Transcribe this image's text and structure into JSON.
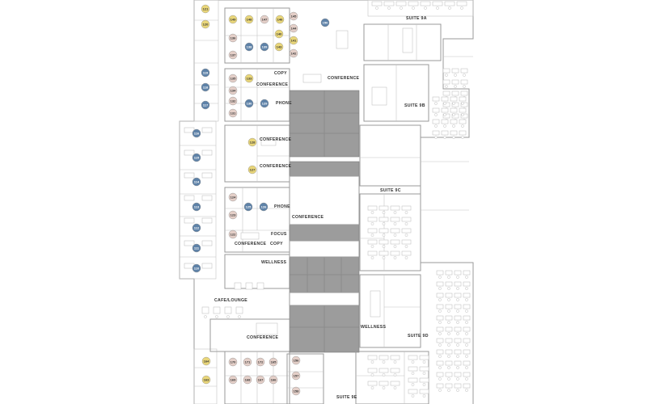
{
  "colors": {
    "yellow": "#e9d679",
    "blue": "#5e82a8",
    "pink": "#e4cfc8",
    "core": "#9c9c9c"
  },
  "room_labels": {
    "suite_9a": "SUITE 9A",
    "suite_9b": "SUITE 9B",
    "suite_9c": "SUITE 9C",
    "suite_9d": "SUITE 9D",
    "suite_9e": "SUITE 9E",
    "conference": "CONFERENCE",
    "copy": "COPY",
    "phone": "PHONE",
    "focus": "FOCUS",
    "wellness": "WELLNESS",
    "cafe_lounge": "CAFE/LOUNGE"
  },
  "markers": [
    {
      "num": "121",
      "color": "yellow"
    },
    {
      "num": "120",
      "color": "yellow"
    },
    {
      "num": "119",
      "color": "blue"
    },
    {
      "num": "118",
      "color": "blue"
    },
    {
      "num": "117",
      "color": "blue"
    },
    {
      "num": "149",
      "color": "yellow"
    },
    {
      "num": "148",
      "color": "yellow"
    },
    {
      "num": "147",
      "color": "pink"
    },
    {
      "num": "146",
      "color": "yellow"
    },
    {
      "num": "145",
      "color": "pink"
    },
    {
      "num": "144",
      "color": "pink"
    },
    {
      "num": "143",
      "color": "yellow"
    },
    {
      "num": "142",
      "color": "pink"
    },
    {
      "num": "136",
      "color": "pink"
    },
    {
      "num": "137",
      "color": "pink"
    },
    {
      "num": "138",
      "color": "blue"
    },
    {
      "num": "139",
      "color": "blue"
    },
    {
      "num": "140",
      "color": "yellow"
    },
    {
      "num": "141",
      "color": "yellow"
    },
    {
      "num": "135",
      "color": "pink"
    },
    {
      "num": "134",
      "color": "pink"
    },
    {
      "num": "133",
      "color": "yellow"
    },
    {
      "num": "132",
      "color": "pink"
    },
    {
      "num": "131",
      "color": "pink"
    },
    {
      "num": "130",
      "color": "blue"
    },
    {
      "num": "129",
      "color": "blue"
    },
    {
      "num": "150",
      "color": "blue"
    },
    {
      "num": "116",
      "color": "blue"
    },
    {
      "num": "115",
      "color": "blue"
    },
    {
      "num": "114",
      "color": "blue"
    },
    {
      "num": "113",
      "color": "blue"
    },
    {
      "num": "112",
      "color": "blue"
    },
    {
      "num": "111",
      "color": "blue"
    },
    {
      "num": "110",
      "color": "blue"
    },
    {
      "num": "128",
      "color": "yellow"
    },
    {
      "num": "127",
      "color": "yellow"
    },
    {
      "num": "124",
      "color": "pink"
    },
    {
      "num": "123",
      "color": "pink"
    },
    {
      "num": "122",
      "color": "pink"
    },
    {
      "num": "125",
      "color": "blue"
    },
    {
      "num": "126",
      "color": "blue"
    },
    {
      "num": "164",
      "color": "yellow"
    },
    {
      "num": "163",
      "color": "yellow"
    },
    {
      "num": "170",
      "color": "pink"
    },
    {
      "num": "171",
      "color": "pink"
    },
    {
      "num": "172",
      "color": "pink"
    },
    {
      "num": "165",
      "color": "pink"
    },
    {
      "num": "169",
      "color": "pink"
    },
    {
      "num": "168",
      "color": "pink"
    },
    {
      "num": "167",
      "color": "pink"
    },
    {
      "num": "166",
      "color": "pink"
    },
    {
      "num": "156",
      "color": "pink"
    },
    {
      "num": "157",
      "color": "pink"
    },
    {
      "num": "158",
      "color": "pink"
    }
  ]
}
